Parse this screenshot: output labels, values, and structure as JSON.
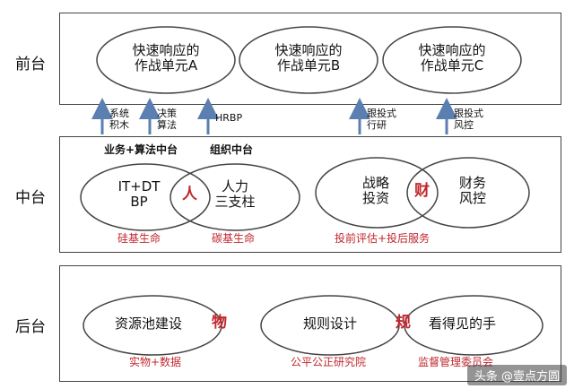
{
  "layers": {
    "front": "前台",
    "middle": "中台",
    "back": "后台"
  },
  "front_units": [
    {
      "line1": "快速响应的",
      "line2": "作战单元A"
    },
    {
      "line1": "快速响应的",
      "line2": "作战单元B"
    },
    {
      "line1": "快速响应的",
      "line2": "作战单元C"
    }
  ],
  "arrows": [
    {
      "line1": "系统",
      "line2": "积木"
    },
    {
      "line1": "决策",
      "line2": "算法"
    },
    {
      "line1": "HRBP",
      "line2": ""
    },
    {
      "line1": "跟投式",
      "line2": "行研"
    },
    {
      "line1": "跟投式",
      "line2": "风控"
    }
  ],
  "middle": {
    "label_left": "业务+算法中台",
    "label_right": "组织中台",
    "venn1_left_line1": "IT+DT",
    "venn1_left_line2": "BP",
    "venn1_center": "人",
    "venn1_right_line1": "人力",
    "venn1_right_line2": "三支柱",
    "venn1_caption_left": "硅基生命",
    "venn1_caption_right": "碳基生命",
    "venn2_left_line1": "战略",
    "venn2_left_line2": "投资",
    "venn2_center": "财",
    "venn2_right_line1": "财务",
    "venn2_right_line2": "风控",
    "venn2_caption": "投前评估+投后服务"
  },
  "back": {
    "left_text": "资源池建设",
    "left_tag": "物",
    "left_caption": "实物+数据",
    "venn_left_text": "规则设计",
    "venn_center": "规",
    "venn_right_text": "看得见的手",
    "venn_caption_left": "公平公正研究院",
    "venn_caption_right": "监督管理委员会"
  },
  "watermark": "头条 @壹点方圆",
  "colors": {
    "arrow_blue": "#5b7fb0",
    "accent_red": "#c0272d",
    "outline": "#444444"
  }
}
